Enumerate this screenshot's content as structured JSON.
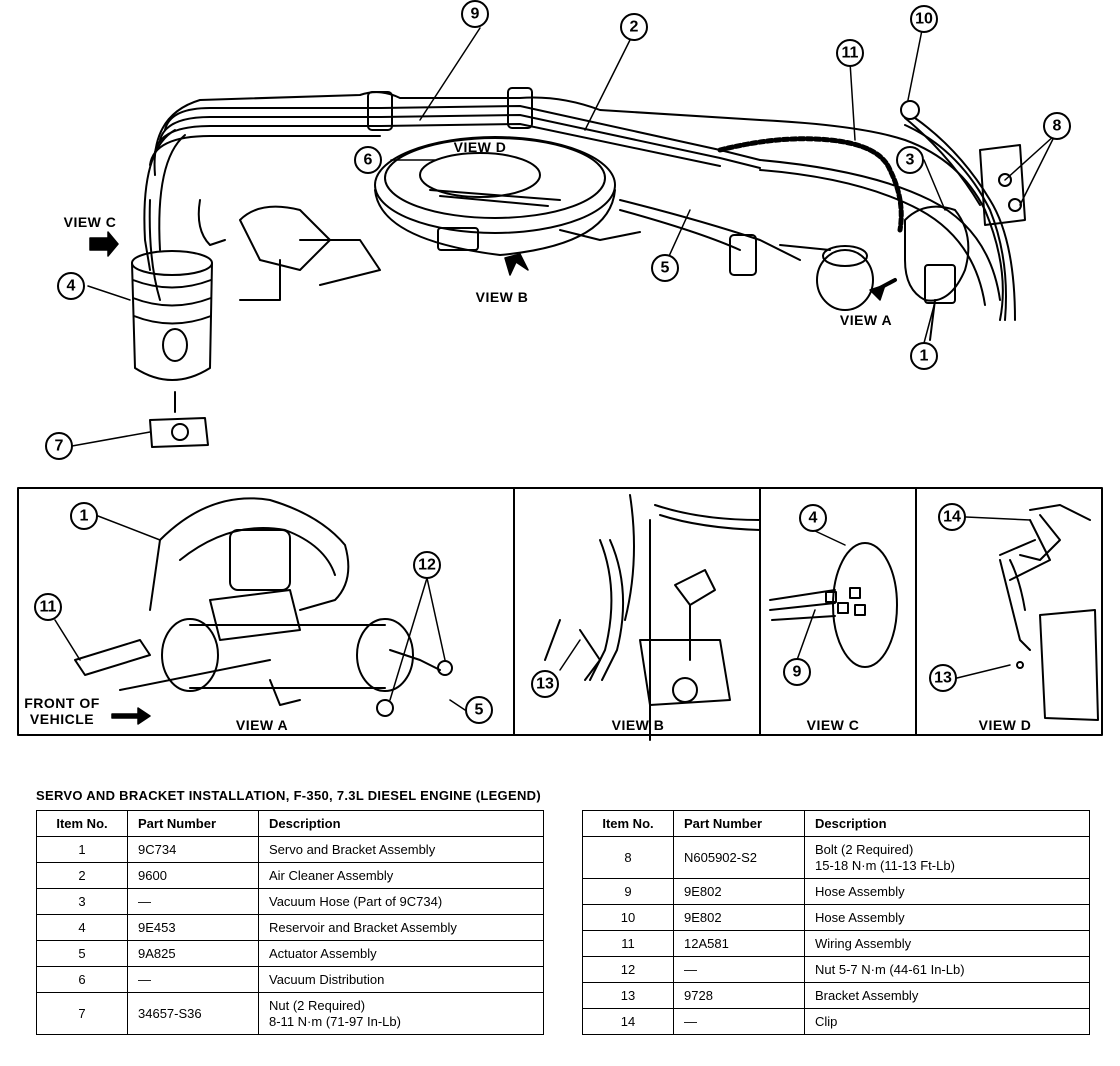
{
  "callouts": {
    "c1": "1",
    "c2": "2",
    "c3": "3",
    "c4": "4",
    "c5": "5",
    "c6": "6",
    "c7": "7",
    "c8": "8",
    "c9": "9",
    "c10": "10",
    "c11": "11",
    "a1": "1",
    "a11": "11",
    "a12": "12",
    "a5": "5",
    "b13": "13",
    "cv4": "4",
    "cv9": "9",
    "d14": "14",
    "d13": "13"
  },
  "views": {
    "view_c": "VIEW C",
    "view_d": "VIEW D",
    "view_b": "VIEW B",
    "view_a": "VIEW A",
    "front_line1": "FRONT OF",
    "front_line2": "VEHICLE",
    "panel_a": "VIEW A",
    "panel_b": "VIEW B",
    "panel_c": "VIEW C",
    "panel_d": "VIEW D"
  },
  "legend": {
    "title": "SERVO AND BRACKET INSTALLATION, F-350, 7.3L DIESEL ENGINE (LEGEND)",
    "headers": {
      "item": "Item No.",
      "part": "Part Number",
      "desc": "Description"
    },
    "left_rows": [
      {
        "item": "1",
        "part": "9C734",
        "desc": "Servo and Bracket Assembly"
      },
      {
        "item": "2",
        "part": "9600",
        "desc": "Air Cleaner Assembly"
      },
      {
        "item": "3",
        "part": "—",
        "desc": "Vacuum Hose (Part of 9C734)"
      },
      {
        "item": "4",
        "part": "9E453",
        "desc": "Reservoir and Bracket Assembly"
      },
      {
        "item": "5",
        "part": "9A825",
        "desc": "Actuator Assembly"
      },
      {
        "item": "6",
        "part": "—",
        "desc": "Vacuum Distribution"
      },
      {
        "item": "7",
        "part": "34657-S36",
        "desc": "Nut (2 Required)",
        "desc2": "8-11 N·m (71-97 In-Lb)"
      }
    ],
    "right_rows": [
      {
        "item": "8",
        "part": "N605902-S2",
        "desc": "Bolt (2 Required)",
        "desc2": "15-18 N·m (11-13 Ft-Lb)"
      },
      {
        "item": "9",
        "part": "9E802",
        "desc": "Hose Assembly"
      },
      {
        "item": "10",
        "part": "9E802",
        "desc": "Hose Assembly"
      },
      {
        "item": "11",
        "part": "12A581",
        "desc": "Wiring Assembly"
      },
      {
        "item": "12",
        "part": "—",
        "desc": "Nut 5-7 N·m (44-61 In-Lb)"
      },
      {
        "item": "13",
        "part": "9728",
        "desc": "Bracket Assembly"
      },
      {
        "item": "14",
        "part": "—",
        "desc": "Clip"
      }
    ]
  }
}
